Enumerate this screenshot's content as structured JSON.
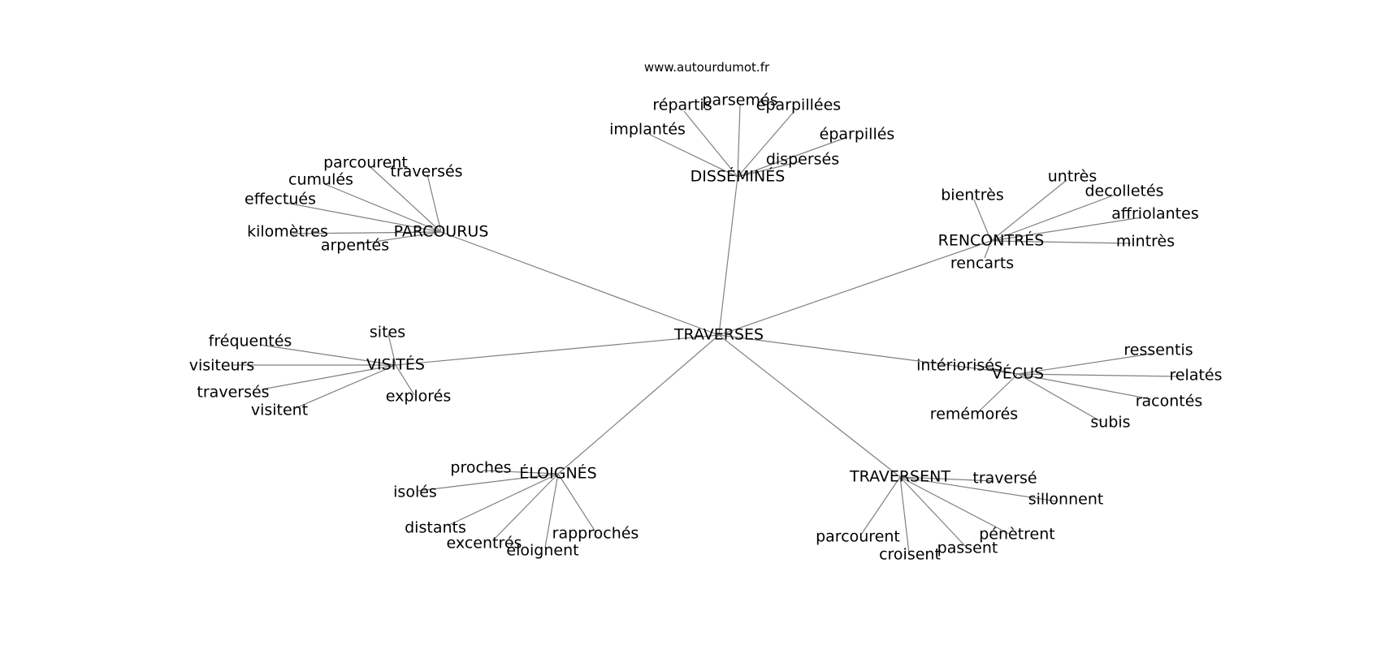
{
  "credit": "www.autourdumot.fr",
  "graph": {
    "center": "TRAVERSES",
    "hubs": [
      {
        "label": "DISSÉMINÉS",
        "leaves": [
          "répartis",
          "parsemés",
          "éparpillées",
          "implantés",
          "éparpillés",
          "dispersés"
        ]
      },
      {
        "label": "PARCOURUS",
        "leaves": [
          "parcourent",
          "traversés",
          "cumulés",
          "effectués",
          "kilomètres",
          "arpentés"
        ]
      },
      {
        "label": "RENCONTRÉS",
        "leaves": [
          "untrès",
          "bientrès",
          "decolletés",
          "affriolantes",
          "mintrès",
          "rencarts"
        ]
      },
      {
        "label": "VISITÉS",
        "leaves": [
          "sites",
          "fréquentés",
          "visiteurs",
          "traversés",
          "visitent",
          "explorés"
        ]
      },
      {
        "label": "VÉCUS",
        "leaves": [
          "intériorisés",
          "ressentis",
          "relatés",
          "racontés",
          "subis",
          "remémorés"
        ]
      },
      {
        "label": "ÉLOIGNÉS",
        "leaves": [
          "proches",
          "isolés",
          "distants",
          "excentrés",
          "éloignent",
          "rapprochés"
        ]
      },
      {
        "label": "TRAVERSENT",
        "leaves": [
          "traversé",
          "sillonnent",
          "pénètrent",
          "passent",
          "croisent",
          "parcourent"
        ]
      }
    ]
  }
}
